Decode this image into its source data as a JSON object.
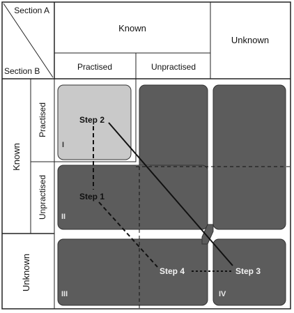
{
  "corner": {
    "top_label": "Section A",
    "bottom_label": "Section B"
  },
  "columns": {
    "known": "Known",
    "unknown": "Unknown",
    "practised": "Practised",
    "unpractised": "Unpractised"
  },
  "rows": {
    "known": "Known",
    "unknown": "Unknown",
    "practised": "Practised",
    "unpractised": "Unpractised"
  },
  "regions": {
    "r1": "I",
    "r2": "II",
    "r3": "III",
    "r4": "IV"
  },
  "steps": {
    "s1": "Step 1",
    "s2": "Step 2",
    "s3": "Step 3",
    "s4": "Step 4"
  },
  "colors": {
    "dark_region": "#5c5c5c",
    "light_region": "#c9c9c9",
    "line": "#111111"
  }
}
